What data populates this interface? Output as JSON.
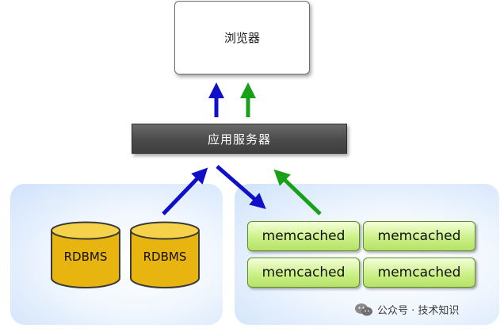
{
  "browser": {
    "label": "浏览器"
  },
  "app_server": {
    "label": "应用服务器"
  },
  "databases": [
    {
      "label": "RDBMS"
    },
    {
      "label": "RDBMS"
    }
  ],
  "memcached_nodes": [
    {
      "label": "memcached"
    },
    {
      "label": "memcached"
    },
    {
      "label": "memcached"
    },
    {
      "label": "memcached"
    }
  ],
  "colors": {
    "request_arrow": "#1010c8",
    "response_arrow": "#17a018",
    "db_fill": "#e8b410",
    "memcached_fill": "#c9ef83",
    "panel_tint": "#cfe2fb",
    "server_fill": "#4a4a4a"
  },
  "watermark": {
    "icon": "wechat-icon",
    "text": "公众号 · 技术知识"
  }
}
